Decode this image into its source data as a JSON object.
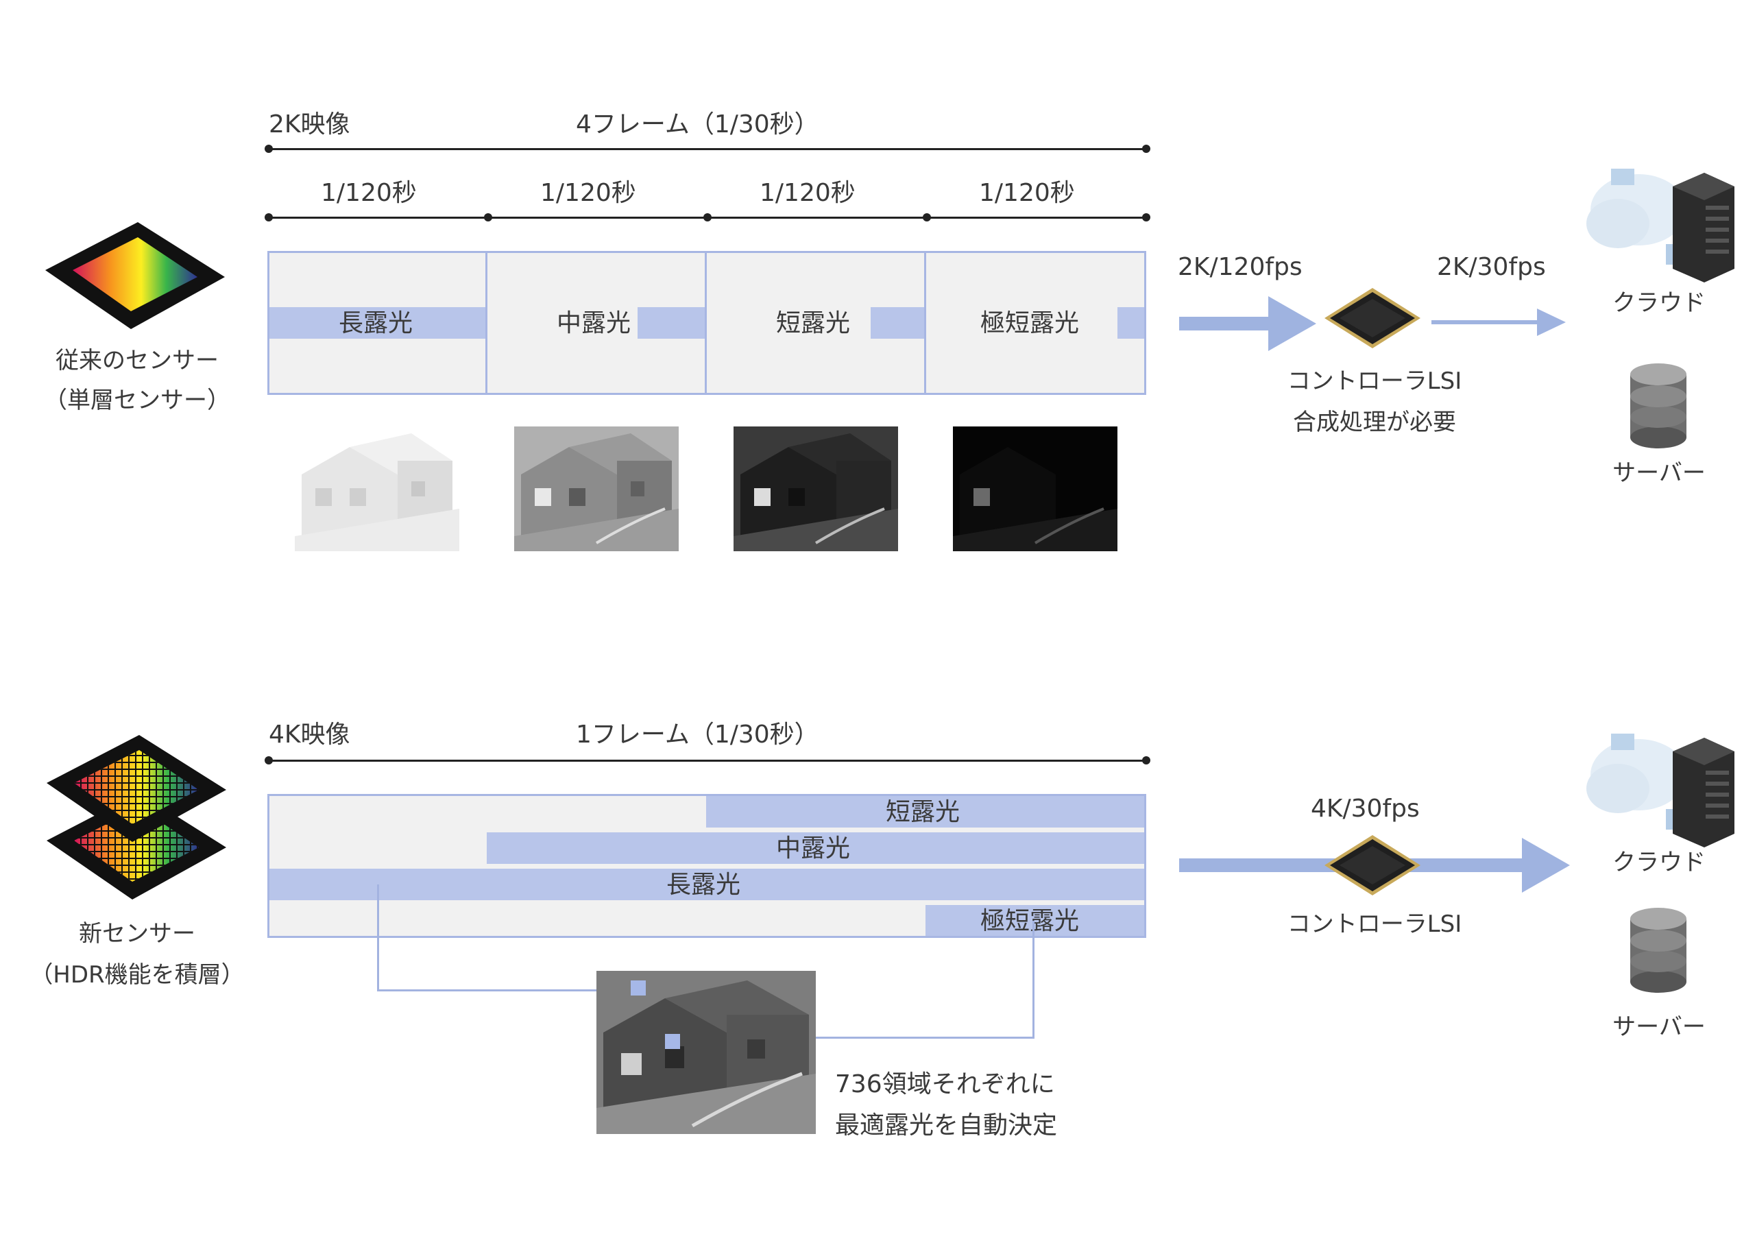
{
  "top": {
    "video_label": "2K映像",
    "frames_label": "4フレーム（1/30秒）",
    "sub_labels": [
      "1/120秒",
      "1/120秒",
      "1/120秒",
      "1/120秒"
    ],
    "exposures": [
      "長露光",
      "中露光",
      "短露光",
      "極短露光"
    ],
    "sensor_label_1": "従来のセンサー",
    "sensor_label_2": "（単層センサー）",
    "rate_in": "2K/120fps",
    "rate_out": "2K/30fps",
    "lsi_label": "コントローラLSI",
    "lsi_note": "合成処理が必要",
    "cloud_label": "クラウド",
    "server_label": "サーバー"
  },
  "bottom": {
    "video_label": "4K映像",
    "frames_label": "1フレーム（1/30秒）",
    "exposures": [
      "短露光",
      "中露光",
      "長露光",
      "極短露光"
    ],
    "sensor_label_1": "新センサー",
    "sensor_label_2": "（HDR機能を積層）",
    "rate": "4K/30fps",
    "lsi_label": "コントローラLSI",
    "note_1": "736領域それぞれに",
    "note_2": "最適露光を自動決定",
    "cloud_label": "クラウド",
    "server_label": "サーバー"
  },
  "colors": {
    "panel_bg": "#f1f1f1",
    "panel_border": "#a7b6e3",
    "band": "#b8c5ea",
    "arrow": "#9fb3e0",
    "line": "#222222"
  }
}
